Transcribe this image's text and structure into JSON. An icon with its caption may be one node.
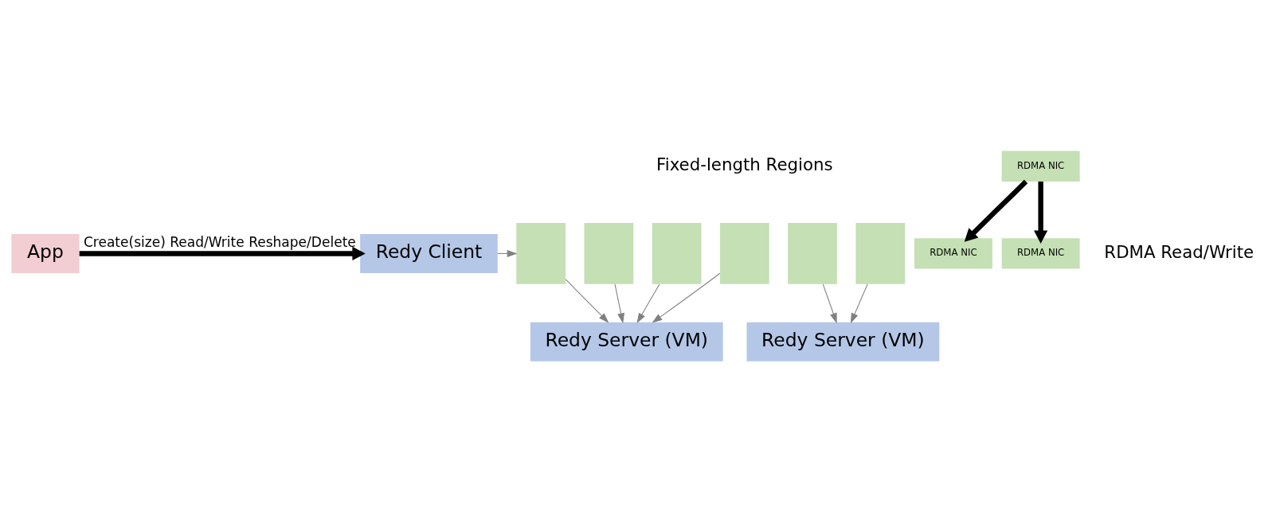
{
  "diagram": {
    "nodes": [
      {
        "text": [
          "App"
        ]
      },
      {
        "text": [
          "Redy Client"
        ]
      },
      {
        "text": [
          "RDMA NIC"
        ]
      },
      {
        "text": [],
        "shape": "box"
      },
      {
        "text": [],
        "shape": "box"
      },
      {
        "text": [],
        "shape": "box"
      },
      {
        "text": [],
        "shape": "box"
      },
      {
        "text": [],
        "shape": "box"
      },
      {
        "text": [],
        "shape": "box"
      },
      {
        "text": [
          "RDMA NIC"
        ]
      },
      {
        "text": [
          "Redy Server (VM)"
        ]
      },
      {
        "text": [
          "RDMA NIC"
        ]
      },
      {
        "text": [
          "Redy Server (VM)"
        ]
      }
    ],
    "edges": [
      {
        "from": 0,
        "to": 1,
        "arrow": "to",
        "label": "Create(size) Read/Write Reshape/Delete",
        "style": "thick",
        "color": "#000000"
      },
      {
        "from": 1,
        "to": 3,
        "arrow": "to"
      },
      {
        "from": 3,
        "to": 10,
        "arrow": "to"
      },
      {
        "from": 4,
        "to": 10,
        "arrow": "to"
      },
      {
        "from": 5,
        "to": 10,
        "arrow": "to"
      },
      {
        "from": 6,
        "to": 10,
        "arrow": "to"
      },
      {
        "from": 7,
        "to": 12,
        "arrow": "to"
      },
      {
        "from": 8,
        "to": 12,
        "arrow": "to"
      },
      {
        "from": 2,
        "to": 9,
        "arrow": "to",
        "style": "thick",
        "color": "#000000"
      },
      {
        "from": 2,
        "to": 11,
        "arrow": "to",
        "style": "thick",
        "color": "#000000"
      }
    ],
    "labels": [
      "Fixed-length Regions",
      "RDMA Read/Write"
    ]
  }
}
